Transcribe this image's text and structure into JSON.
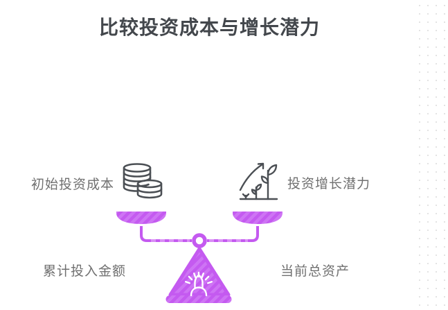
{
  "title": "比较投资成本与增长潜力",
  "labels": {
    "initial_cost": "初始投资成本",
    "growth_potential": "投资增长潜力",
    "cumulative_input": "累计投入金额",
    "current_assets": "当前总资产"
  },
  "icons": {
    "left": "coins-stack-icon",
    "right": "plant-growth-icon",
    "center": "lightbulb-icon"
  },
  "colors": {
    "scale_purple": "#c45af0",
    "scale_stripe": "#ce74f4",
    "beam_dash": "#d98ef6",
    "title_text": "#43474c",
    "label_text": "#707070",
    "icon_stroke": "#4b4f54",
    "dot_grid": "#e3e3e3"
  }
}
